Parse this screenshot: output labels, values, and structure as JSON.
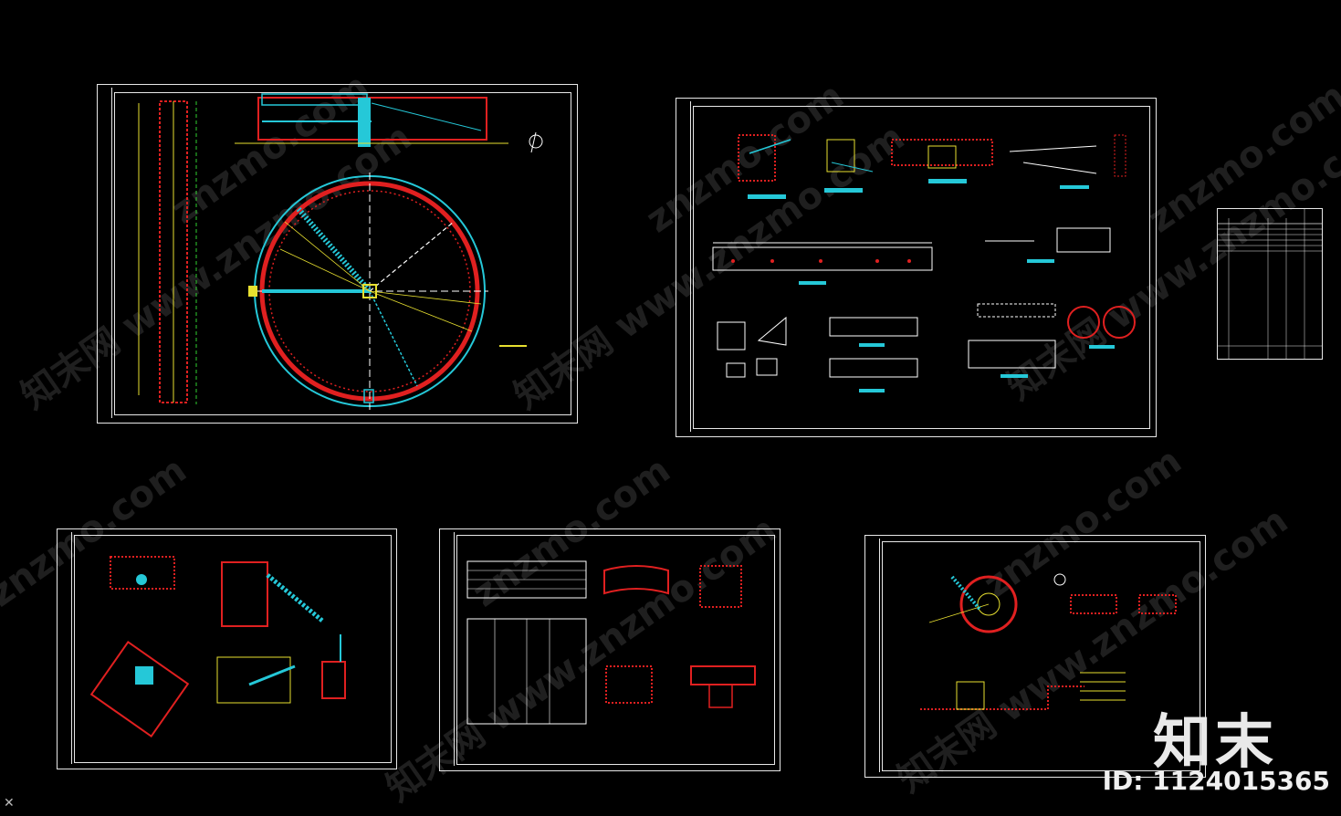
{
  "watermark": {
    "text": "znzmo.com",
    "site_text": "知末网 www.znzmo.com"
  },
  "brand": {
    "logo_text": "知末",
    "id_label": "ID: 1124015365"
  },
  "controls": {
    "close_glyph": "✕"
  },
  "colors": {
    "background": "#000000",
    "frame": "#e8e8e8",
    "red": "#e02020",
    "cyan": "#25c8d8",
    "yellow": "#e8e030",
    "green": "#30d030",
    "white": "#ffffff"
  },
  "sheets": [
    {
      "name": "sheet-plan-elevation"
    },
    {
      "name": "sheet-details-1"
    },
    {
      "name": "sheet-sections"
    },
    {
      "name": "sheet-tables"
    },
    {
      "name": "sheet-center-pier"
    }
  ]
}
